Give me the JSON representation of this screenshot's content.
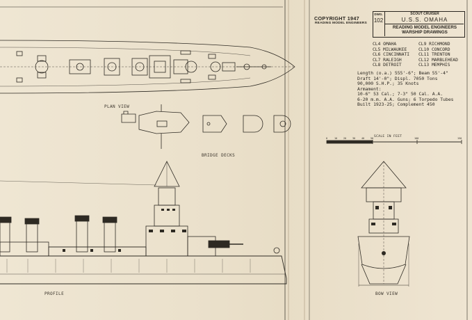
{
  "title_block": {
    "copyright": "COPYRIGHT 1947",
    "publisher": "READING MODEL ENGINEERS",
    "dwg_label": "DWG.",
    "dwg_number": "102",
    "subtitle": "SCOUT CRUISER",
    "ship_name": "U.S.S. OMAHA",
    "company_line1": "READING MODEL ENGINEERS",
    "company_line2": "WARSHIP DRAWINGS"
  },
  "ships": [
    [
      "CL4 OMAHA",
      "CL9 RICHMOND"
    ],
    [
      "CL5 MILWAUKEE",
      "CL10 CONCORD"
    ],
    [
      "CL6 CINCINNATI",
      "CL11 TRENTON"
    ],
    [
      "CL7 RALEIGH",
      "CL12 MARBLEHEAD"
    ],
    [
      "CL8 DETROIT",
      "CL13 MEMPHIS"
    ]
  ],
  "specs": [
    "Length (o.a.) 555'-6\";  Beam 55'-4\"",
    "Draft 14'-0\";  Displ. 7050 Tons",
    "90,000 S.H.P.;  35 Knots",
    "Armament:",
    "10-6\" 53 Cal.;  7-3\" 50 Cal. A.A.",
    "6-20 m.m. A.A. Guns;  6 Torpedo Tubes",
    "Built 1923-25;  Complement 450"
  ],
  "scale": {
    "label": "SCALE IN FEET",
    "ticks": [
      "0",
      "10",
      "20",
      "30",
      "40",
      "50",
      "100",
      "150"
    ]
  },
  "views": {
    "plan": "PLAN VIEW",
    "bridge": "BRIDGE DECKS",
    "profile": "PROFILE",
    "bow": "BOW VIEW"
  }
}
